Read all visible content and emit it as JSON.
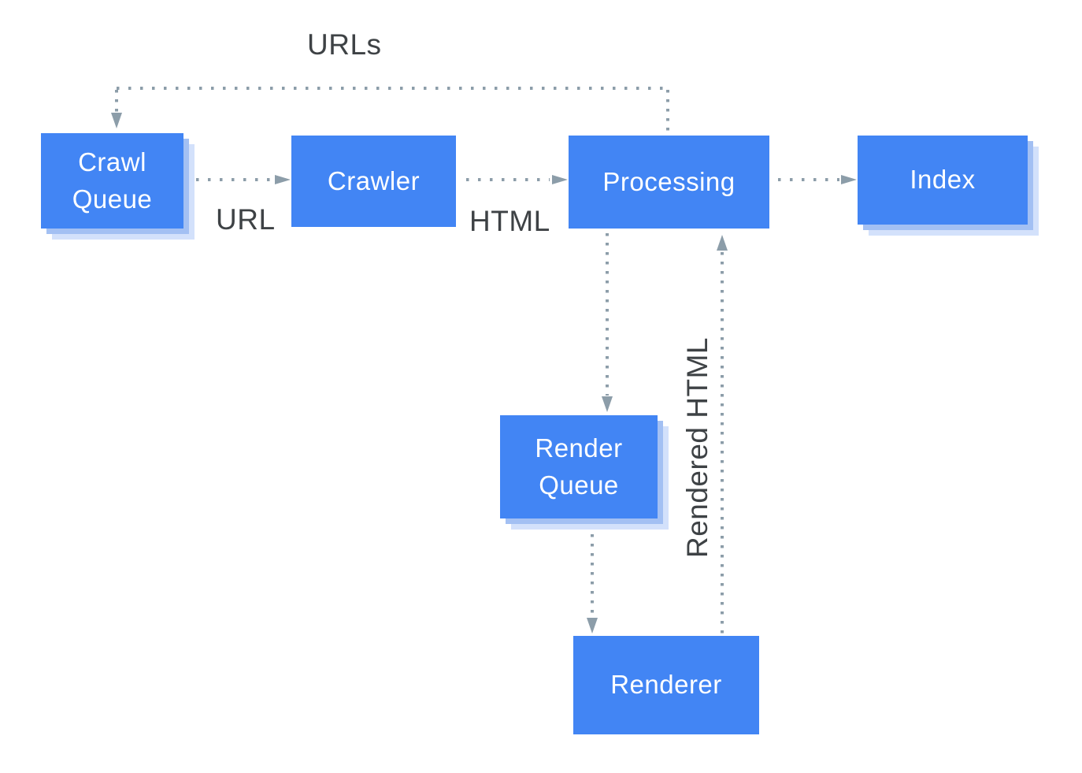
{
  "diagram": {
    "nodes": [
      {
        "id": "crawl-queue",
        "label": "Crawl Queue",
        "stacked_shadow": true
      },
      {
        "id": "crawler",
        "label": "Crawler",
        "stacked_shadow": false
      },
      {
        "id": "processing",
        "label": "Processing",
        "stacked_shadow": false
      },
      {
        "id": "index",
        "label": "Index",
        "stacked_shadow": true
      },
      {
        "id": "render-queue",
        "label": "Render Queue",
        "stacked_shadow": true
      },
      {
        "id": "renderer",
        "label": "Renderer",
        "stacked_shadow": false
      }
    ],
    "edges": [
      {
        "from": "processing",
        "to": "crawl-queue",
        "label": "URLs",
        "style": "dotted"
      },
      {
        "from": "crawl-queue",
        "to": "crawler",
        "label": "URL",
        "style": "dotted"
      },
      {
        "from": "crawler",
        "to": "processing",
        "label": "HTML",
        "style": "dotted"
      },
      {
        "from": "processing",
        "to": "index",
        "label": "",
        "style": "dotted"
      },
      {
        "from": "processing",
        "to": "render-queue",
        "label": "",
        "style": "dotted"
      },
      {
        "from": "render-queue",
        "to": "renderer",
        "label": "",
        "style": "dotted"
      },
      {
        "from": "renderer",
        "to": "processing",
        "label": "Rendered HTML",
        "style": "dotted"
      }
    ],
    "colors": {
      "node_fill": "#4285F4",
      "node_text": "#FFFFFF",
      "shadow_inner": "#A3C0F3",
      "shadow_outer": "#D3E1FB",
      "connector": "#8C9DA9",
      "edge_label_text": "#3E4245",
      "background": "#FFFFFF"
    }
  }
}
